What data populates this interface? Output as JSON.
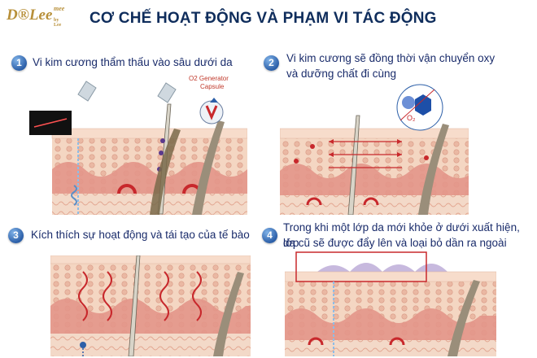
{
  "brand": {
    "logo_text": "D®Lee",
    "logo_super": "mee",
    "logo_sub": "by Lee"
  },
  "header": {
    "title": "CƠ CHẾ HOẠT ĐỘNG VÀ PHẠM VI TÁC ĐỘNG"
  },
  "steps": [
    {
      "number": "1",
      "text": "Vi kim cương thẩm thấu vào sâu dưới da"
    },
    {
      "number": "2",
      "text_line1": "Vi kim cương sẽ đồng thời vận chuyển oxy",
      "text_line2": "và dưỡng chất đi cùng"
    },
    {
      "number": "3",
      "text": "Kích thích sự hoạt động và tái tạo của tế bào"
    },
    {
      "number": "4",
      "text_line1": "Trong khi một lớp da mới khỏe ở dưới xuất hiện, lớp",
      "text_line2": "da cũ sẽ được đẩy lên và loại bỏ dần ra ngoài"
    }
  ],
  "callouts": {
    "generator_line1": "O2 Generator",
    "generator_line2": "Capsule",
    "o2_label": "O₂"
  },
  "colors": {
    "title": "#0f2d5c",
    "step_text": "#1a2c6b",
    "skin": "#f1cfb8",
    "tissue": "#e08f84",
    "accent_red": "#c8282c"
  }
}
